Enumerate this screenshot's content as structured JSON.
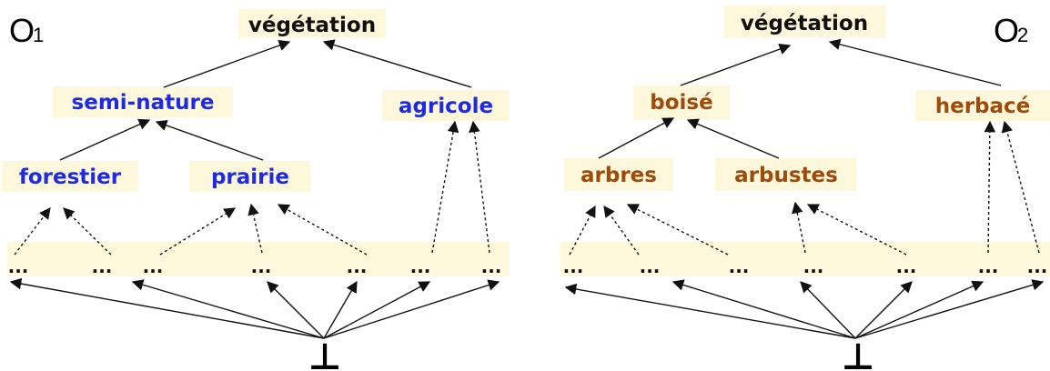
{
  "ontologies": [
    {
      "id": "o1",
      "name_letter": "O",
      "name_sub": "1",
      "root": "végétation",
      "level1": [
        "semi-nature",
        "agricole"
      ],
      "level2": [
        "forestier",
        "prairie"
      ],
      "leaf_label": "...",
      "leaf_count": 7,
      "bottom_symbol": "⊥",
      "label_color": "#1f2be0"
    },
    {
      "id": "o2",
      "name_letter": "O",
      "name_sub": "2",
      "root": "végétation",
      "level1": [
        "boisé",
        "herbacé"
      ],
      "level2": [
        "arbres",
        "arbustes"
      ],
      "leaf_label": "...",
      "leaf_count": 7,
      "bottom_symbol": "⊥",
      "label_color": "#a04a0a"
    }
  ]
}
